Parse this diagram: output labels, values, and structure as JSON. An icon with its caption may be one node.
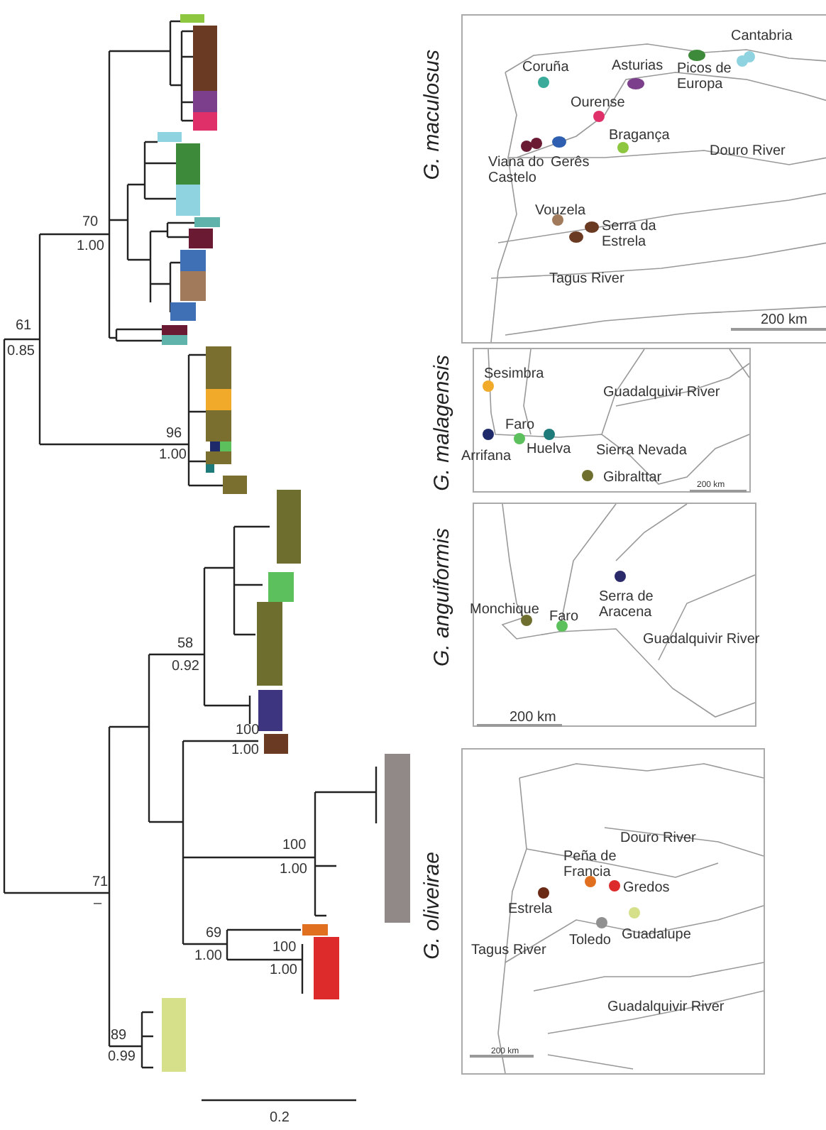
{
  "diagram": {
    "nodes": [
      {
        "text": [
          "G. maculosus",
          "Cantabria",
          "Coruña",
          "Asturias",
          "Picos de Europa",
          "Ourense",
          "Bragança",
          "Douro River",
          "Viana do Castelo",
          "Gerês",
          "Vouzela",
          "Serra da Estrela",
          "Tagus River",
          "200 km"
        ]
      },
      {
        "text": [
          "G. malagensis",
          "Sesimbra",
          "Guadalquivir River",
          "Faro",
          "Arrifana",
          "Huelva",
          "Sierra Nevada",
          "Gibralttar",
          "200 km"
        ]
      },
      {
        "text": [
          "G. anguiformis",
          "Monchique",
          "Faro",
          "Serra de Aracena",
          "Guadalquivir River",
          "200 km"
        ]
      },
      {
        "text": [
          "G. oliveirae",
          "Douro River",
          "Peña de Francia",
          "Gredos",
          "Estrela",
          "Toledo",
          "Guadalupe",
          "Tagus River",
          "Guadalquivir River",
          "200 km"
        ]
      }
    ],
    "labels": [
      "70",
      "1.00",
      "61",
      "0.85",
      "96",
      "1.00",
      "58",
      "0.92",
      "100",
      "1.00",
      "100",
      "1.00",
      "71",
      "–",
      "69",
      "1.00",
      "100",
      "1.00",
      "89",
      "0.99",
      "0.2"
    ]
  }
}
